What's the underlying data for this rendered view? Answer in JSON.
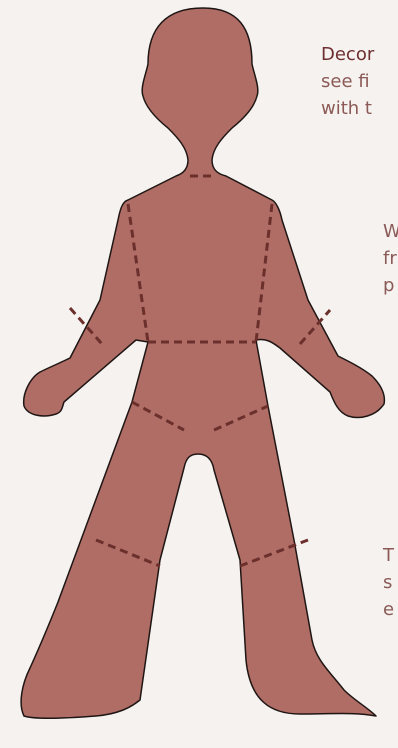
{
  "colors": {
    "background": "#f5f2ef",
    "body_fill": "#b06d66",
    "outline": "#1f1614",
    "seam": "#6b2f2c",
    "text": "#8b5a57",
    "heading_text": "#6f2f31"
  },
  "figure": {
    "icon": "human-body-outline-icon",
    "seam_style": "dashed"
  },
  "instructions": {
    "block1": {
      "heading": "Decor",
      "line2": "see fi",
      "line3": "with t"
    },
    "block2": {
      "line1": "W",
      "line2": "fr",
      "line3": "p"
    },
    "block3": {
      "line1": "T",
      "line2": "s",
      "line3": "e"
    }
  }
}
